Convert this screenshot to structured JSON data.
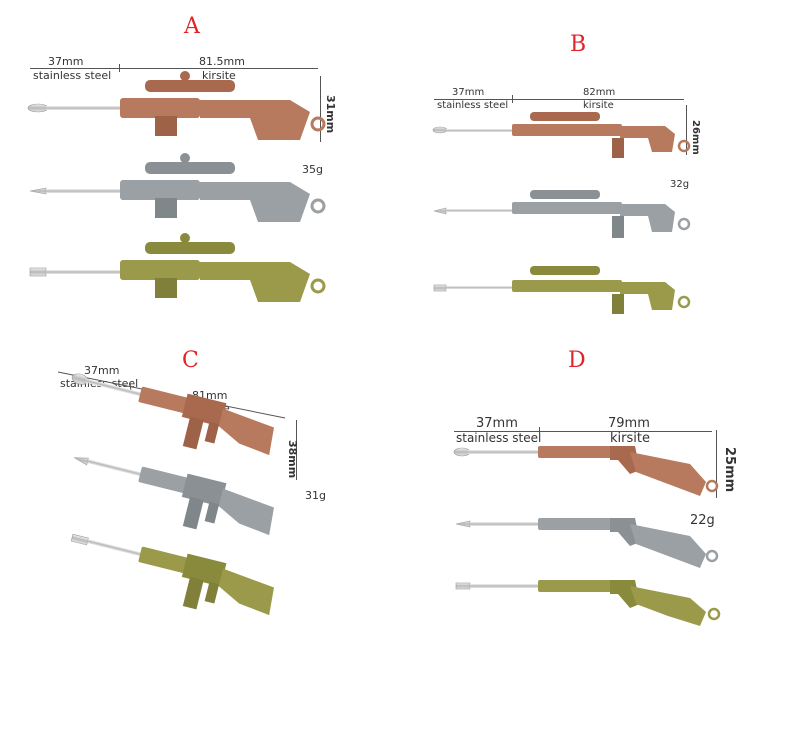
{
  "panels": [
    {
      "letter": "A",
      "steel_len": "37mm",
      "steel_label": "stainless steel",
      "kirsite_len": "81.5mm",
      "kirsite_label": "kirsite",
      "height": "31mm",
      "weight": "35g"
    },
    {
      "letter": "B",
      "steel_len": "37mm",
      "steel_label": "stainless steel",
      "kirsite_len": "82mm",
      "kirsite_label": "kirsite",
      "height": "26mm",
      "weight": "32g"
    },
    {
      "letter": "C",
      "steel_len": "37mm",
      "steel_label": "stainless steel",
      "kirsite_len": "81mm",
      "kirsite_label": "kirsite",
      "height": "38mm",
      "weight": "31g"
    },
    {
      "letter": "D",
      "steel_len": "37mm",
      "steel_label": "stainless steel",
      "kirsite_len": "79mm",
      "kirsite_label": "kirsite",
      "height": "25mm",
      "weight": "22g"
    }
  ],
  "finishes": {
    "copper": "#b87a5e",
    "silver": "#9aa0a3",
    "bronze": "#9a9a4a"
  }
}
